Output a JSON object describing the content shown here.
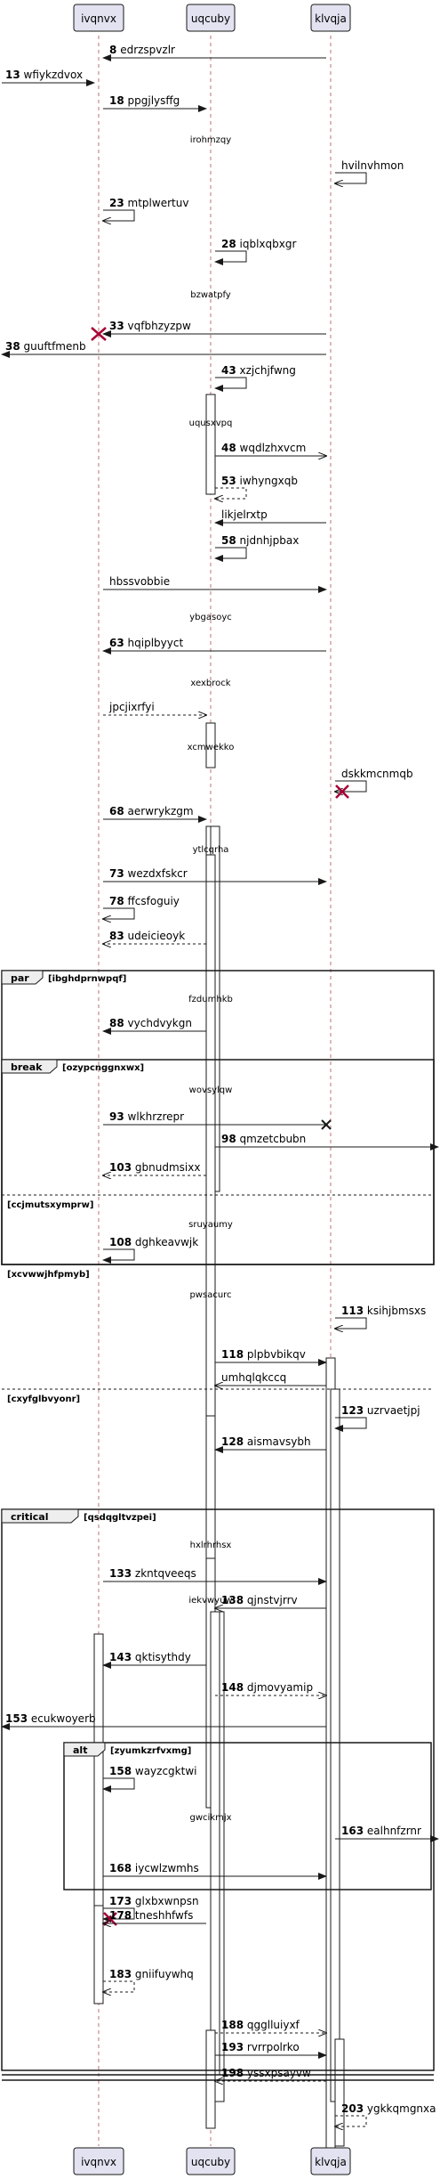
{
  "participants": [
    {
      "id": "ivqnvx",
      "label": "ivqnvx"
    },
    {
      "id": "uqcuby",
      "label": "uqcuby"
    },
    {
      "id": "klvqja",
      "label": "klvqja"
    }
  ],
  "colors": {
    "participant_fill": "#e2e2f0",
    "participant_stroke": "#181818",
    "lifeline": "#b05050",
    "line": "#181818",
    "text": "#000000",
    "destroy": "#a80036"
  },
  "messages": [
    {
      "n": "8",
      "text": "edrzspvzlr",
      "from": "klvqja",
      "to": "ivqnvx",
      "style": "solid"
    },
    {
      "n": "13",
      "text": "wfiykzdvox",
      "from": "left-edge",
      "to": "ivqnvx",
      "style": "solid"
    },
    {
      "n": "18",
      "text": "ppgjlysffg",
      "from": "ivqnvx",
      "to": "uqcuby",
      "style": "solid"
    },
    {
      "n": "",
      "text": "hvilnvhmon",
      "from": "klvqja",
      "to": "klvqja",
      "style": "open-self"
    },
    {
      "n": "23",
      "text": "mtplwertuv",
      "from": "ivqnvx",
      "to": "ivqnvx",
      "style": "open-self"
    },
    {
      "n": "28",
      "text": "iqblxqbxgr",
      "from": "uqcuby",
      "to": "uqcuby",
      "style": "self"
    },
    {
      "n": "33",
      "text": "vqfbhzyzpw",
      "from": "klvqja",
      "to": "ivqnvx",
      "style": "solid-destroy"
    },
    {
      "n": "38",
      "text": "guuftfmenb",
      "from": "klvqja",
      "to": "left-edge",
      "style": "solid"
    },
    {
      "n": "43",
      "text": "xzjchjfwng",
      "from": "uqcuby",
      "to": "uqcuby",
      "style": "self"
    },
    {
      "n": "48",
      "text": "wqdlzhxvcm",
      "from": "uqcuby",
      "to": "klvqja",
      "style": "open"
    },
    {
      "n": "53",
      "text": "iwhyngxqb",
      "from": "uqcuby",
      "to": "uqcuby",
      "style": "dashed-self"
    },
    {
      "n": "",
      "text": "likjelrxtp",
      "from": "klvqja",
      "to": "uqcuby",
      "style": "solid"
    },
    {
      "n": "58",
      "text": "njdnhjpbax",
      "from": "uqcuby",
      "to": "uqcuby",
      "style": "self"
    },
    {
      "n": "",
      "text": "hbssvobbie",
      "from": "ivqnvx",
      "to": "klvqja",
      "style": "solid"
    },
    {
      "n": "63",
      "text": "hqiplbyyct",
      "from": "klvqja",
      "to": "ivqnvx",
      "style": "solid"
    },
    {
      "n": "",
      "text": "jpcjixrfyi",
      "from": "ivqnvx",
      "to": "uqcuby",
      "style": "dashed"
    },
    {
      "n": "",
      "text": "dskkmcnmqb",
      "from": "klvqja",
      "to": "klvqja",
      "style": "open-self-destroy"
    },
    {
      "n": "68",
      "text": "aerwrykzgm",
      "from": "ivqnvx",
      "to": "uqcuby",
      "style": "solid"
    },
    {
      "n": "73",
      "text": "wezdxfskcr",
      "from": "ivqnvx",
      "to": "klvqja",
      "style": "solid"
    },
    {
      "n": "78",
      "text": "ffcsfoguiy",
      "from": "ivqnvx",
      "to": "ivqnvx",
      "style": "open-self"
    },
    {
      "n": "83",
      "text": "udeicieoyk",
      "from": "uqcuby",
      "to": "ivqnvx",
      "style": "dashed-open"
    },
    {
      "n": "88",
      "text": "vychdvykgn",
      "from": "uqcuby",
      "to": "ivqnvx",
      "style": "solid"
    },
    {
      "n": "93",
      "text": "wlkhrzrepr",
      "from": "ivqnvx",
      "to": "klvqja",
      "style": "lost"
    },
    {
      "n": "98",
      "text": "qmzetcbubn",
      "from": "uqcuby",
      "to": "right-edge",
      "style": "solid"
    },
    {
      "n": "103",
      "text": "gbnudmsixx",
      "from": "uqcuby",
      "to": "ivqnvx",
      "style": "dashed"
    },
    {
      "n": "108",
      "text": "dghkeavwjk",
      "from": "ivqnvx",
      "to": "ivqnvx",
      "style": "self"
    },
    {
      "n": "113",
      "text": "ksihjbmsxs",
      "from": "klvqja",
      "to": "klvqja",
      "style": "open-self"
    },
    {
      "n": "118",
      "text": "plpbvbikqv",
      "from": "uqcuby",
      "to": "klvqja",
      "style": "solid"
    },
    {
      "n": "",
      "text": "umhqlqkccq",
      "from": "klvqja",
      "to": "uqcuby",
      "style": "open"
    },
    {
      "n": "123",
      "text": "uzrvaetjpj",
      "from": "klvqja",
      "to": "klvqja",
      "style": "self"
    },
    {
      "n": "128",
      "text": "aismavsybh",
      "from": "klvqja",
      "to": "uqcuby",
      "style": "solid"
    },
    {
      "n": "133",
      "text": "zkntqveeqs",
      "from": "ivqnvx",
      "to": "klvqja",
      "style": "solid"
    },
    {
      "n": "138",
      "text": "qjnstvjrrv",
      "from": "klvqja",
      "to": "uqcuby",
      "style": "open"
    },
    {
      "n": "143",
      "text": "qktisythdy",
      "from": "uqcuby",
      "to": "ivqnvx",
      "style": "solid"
    },
    {
      "n": "148",
      "text": "djmovyamip",
      "from": "uqcuby",
      "to": "klvqja",
      "style": "dashed-open"
    },
    {
      "n": "153",
      "text": "ecukwoyerb",
      "from": "klvqja",
      "to": "left-edge",
      "style": "solid"
    },
    {
      "n": "158",
      "text": "wayzcgktwi",
      "from": "ivqnvx",
      "to": "ivqnvx",
      "style": "self"
    },
    {
      "n": "163",
      "text": "ealhnfzrnr",
      "from": "klvqja",
      "to": "right-edge",
      "style": "solid"
    },
    {
      "n": "168",
      "text": "iycwlzwmhs",
      "from": "ivqnvx",
      "to": "klvqja",
      "style": "solid"
    },
    {
      "n": "173",
      "text": "glxbxwnpsn",
      "from": "ivqnvx",
      "to": "ivqnvx",
      "style": "self-destroy"
    },
    {
      "n": "178",
      "text": "tneshhfwfs",
      "from": "uqcuby",
      "to": "ivqnvx",
      "style": "open"
    },
    {
      "n": "183",
      "text": "gniifuywhq",
      "from": "ivqnvx",
      "to": "ivqnvx",
      "style": "dashed-self"
    },
    {
      "n": "188",
      "text": "qgglluiyxf",
      "from": "uqcuby",
      "to": "klvqja",
      "style": "dashed"
    },
    {
      "n": "193",
      "text": "rvrrpolrko",
      "from": "uqcuby",
      "to": "klvqja",
      "style": "solid"
    },
    {
      "n": "198",
      "text": "yssxpsayvw",
      "from": "klvqja",
      "to": "uqcuby",
      "style": "dashed"
    },
    {
      "n": "203",
      "text": "ygkkqmgnxa",
      "from": "klvqja",
      "to": "klvqja",
      "style": "dashed-self"
    }
  ],
  "dividers": [
    "irohmzqy",
    "bzwatpfy",
    "uqusxvpq",
    "ybgasoyc",
    "xexbrock",
    "xcmwekko",
    "ytlcqrha",
    "fzdumhkb",
    "wovsylqw",
    "sruyaumy",
    "pwsacurc",
    "hxlrhrhsx",
    "iekvwyuw",
    "gwcikmjx"
  ],
  "fragments": [
    {
      "keyword": "par",
      "guard": "[ibghdprnwpqf]"
    },
    {
      "keyword": "break",
      "guard": "[ozypcnggnxwx]"
    },
    {
      "keyword": "",
      "guard": "[ccjmutsxymprw]"
    },
    {
      "keyword": "",
      "guard": "[xcvwwjhfpmyb]"
    },
    {
      "keyword": "",
      "guard": "[cxyfglbvyonr]"
    },
    {
      "keyword": "critical",
      "guard": "[qsdqgltvzpei]"
    },
    {
      "keyword": "alt",
      "guard": "[zyumkzrfvxmg]"
    }
  ]
}
